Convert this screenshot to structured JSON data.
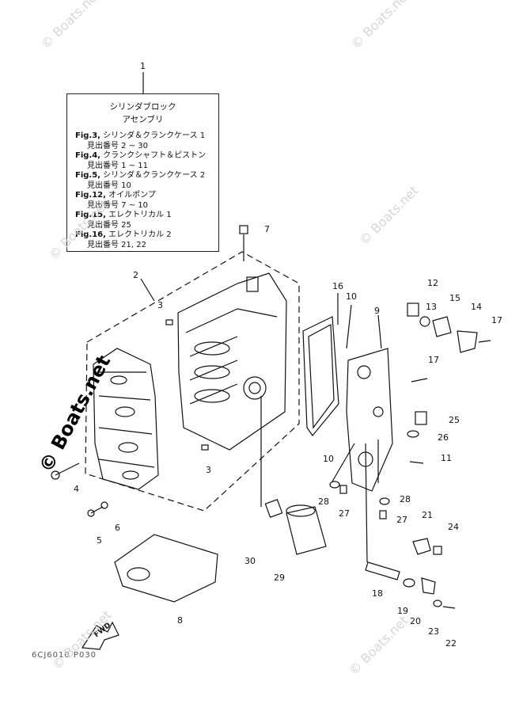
{
  "legend": {
    "title_line1": "シリンダブロック",
    "title_line2": "アセンブリ",
    "rows": [
      {
        "fig": "Fig.3,",
        "text": "シリンダ＆クランクケース 1",
        "sub": "見出番号 2 ~ 30"
      },
      {
        "fig": "Fig.4,",
        "text": "クランクシャフト＆ピストン",
        "sub": "見出番号 1 ~ 11"
      },
      {
        "fig": "Fig.5,",
        "text": "シリンダ＆クランクケース 2",
        "sub": "見出番号 10"
      },
      {
        "fig": "Fig.12,",
        "text": "オイルポンプ",
        "sub": "見出番号 7 ~ 10"
      },
      {
        "fig": "Fig.15,",
        "text": "エレクトリカル 1",
        "sub": "見出番号 25"
      },
      {
        "fig": "Fig.16,",
        "text": "エレクトリカル 2",
        "sub": "見出番号 21, 22"
      }
    ]
  },
  "callouts": [
    "1",
    "2",
    "3",
    "3",
    "4",
    "5",
    "6",
    "7",
    "8",
    "9",
    "10",
    "10",
    "11",
    "12",
    "13",
    "14",
    "15",
    "16",
    "17",
    "17",
    "18",
    "19",
    "20",
    "21",
    "22",
    "23",
    "24",
    "25",
    "26",
    "27",
    "27",
    "28",
    "28",
    "29",
    "30"
  ],
  "watermark": "© Boats.net",
  "arrow_label": "FWD",
  "drawing_code": "6CJ6010 P030"
}
